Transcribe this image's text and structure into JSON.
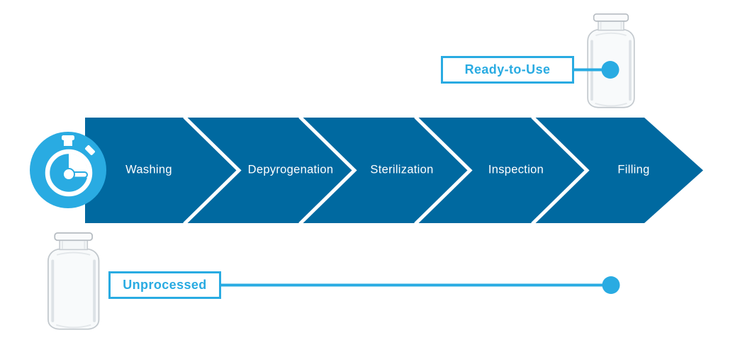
{
  "process_flow": {
    "description": "Vial processing steps",
    "stages": [
      {
        "label": "Washing"
      },
      {
        "label": "Depyrogenation"
      },
      {
        "label": "Sterilization"
      },
      {
        "label": "Inspection"
      },
      {
        "label": "Filling"
      }
    ]
  },
  "callouts": {
    "ready_to_use": {
      "label": "Ready-to-Use"
    },
    "unprocessed": {
      "label": "Unprocessed"
    }
  },
  "icons": {
    "stopwatch": "stopwatch-icon",
    "ready_vial": "glass-vial",
    "unprocessed_vial": "glass-vial"
  },
  "colors": {
    "banner_blue": "#0069A0",
    "accent_blue": "#29ABE2",
    "stage_text": "#FFFFFF",
    "background": "#FFFFFF"
  }
}
